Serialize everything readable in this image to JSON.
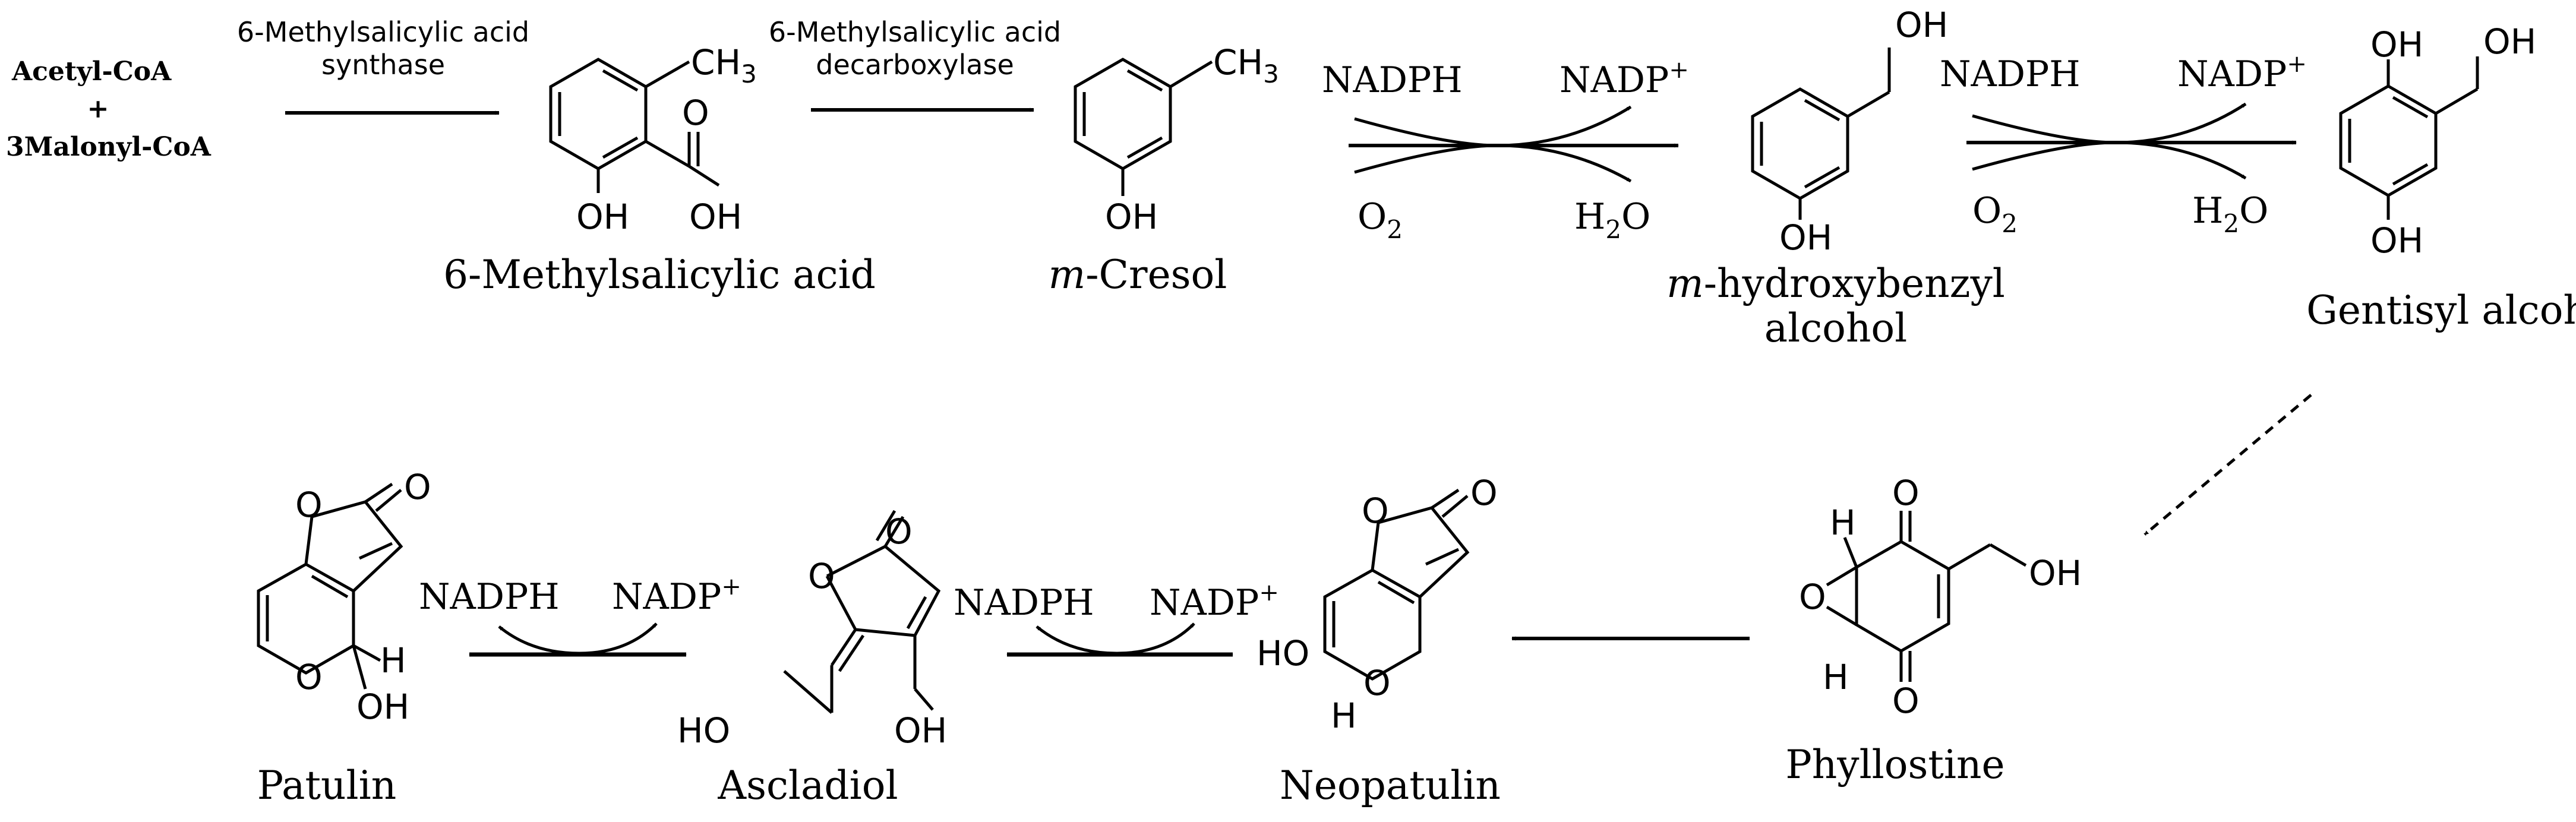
{
  "start": {
    "line1": "Acetyl-CoA",
    "plus": "+",
    "line2": "3Malonyl-CoA"
  },
  "enzymes": {
    "msas_1": "6-Methylsalicylic acid",
    "msas_2": "synthase",
    "decarb_1": "6-Methylsalicylic acid",
    "decarb_2": "decarboxylase"
  },
  "compounds": {
    "msa": "6-Methylsalicylic acid",
    "cresol_italic": "m",
    "cresol_rest": "-Cresol",
    "mhba_italic": "m",
    "mhba_rest": "-hydroxybenzyl",
    "mhba_line2": "alcohol",
    "gentisyl": "Gentisyl alcohol",
    "phyllostine": "Phyllostine",
    "neopatulin": "Neopatulin",
    "ascladiol": "Ascladiol",
    "patulin": "Patulin"
  },
  "cofactors": {
    "nadph": "NADPH",
    "nadp": "NADP",
    "plus_sign": "+",
    "o2": "O",
    "h2o_h": "H",
    "h2o_o": "O",
    "sub2": "2"
  },
  "atoms": {
    "ch3": "CH",
    "three": "3",
    "oh": "OH",
    "ho": "HO",
    "o": "O",
    "h": "H"
  }
}
